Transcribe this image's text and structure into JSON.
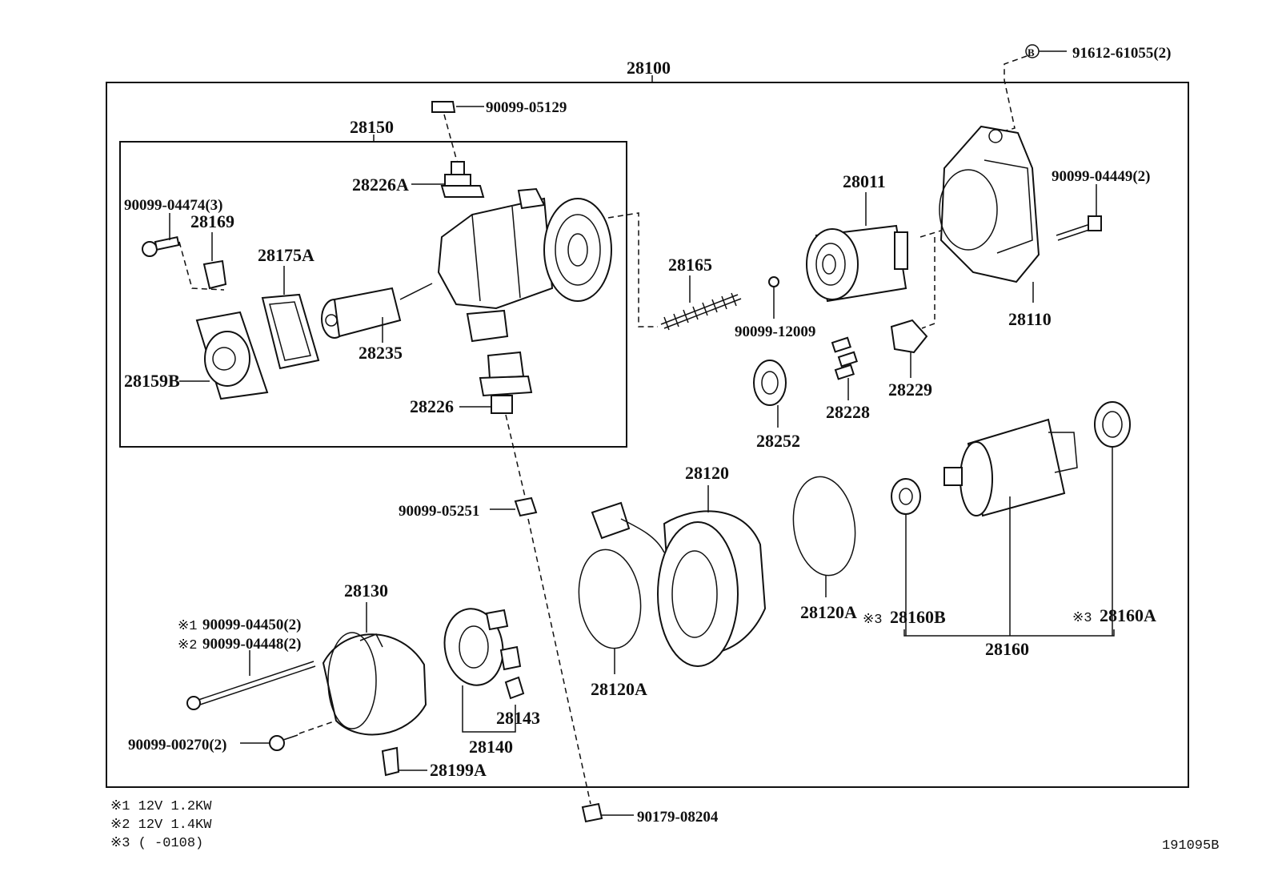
{
  "assembly": {
    "main": "28100",
    "sub": "28150"
  },
  "labels": {
    "p91612": "91612-61055(2)",
    "pB": "B",
    "p05129": "90099-05129",
    "p28226A": "28226A",
    "p04474": "90099-04474(3)",
    "p28169": "28169",
    "p28175A": "28175A",
    "p28235": "28235",
    "p28159B": "28159B",
    "p28226": "28226",
    "p28165": "28165",
    "p12009": "90099-12009",
    "p28011": "28011",
    "p04449": "90099-04449(2)",
    "p28110": "28110",
    "p28229": "28229",
    "p28228": "28228",
    "p28252": "28252",
    "p05251": "90099-05251",
    "p28120": "28120",
    "p28120A_r": "28120A",
    "p28120A_l": "28120A",
    "p28160B": "28160B",
    "p28160A": "28160A",
    "p28160": "28160",
    "p28130": "28130",
    "p04450": "90099-04450(2)",
    "p04448": "90099-04448(2)",
    "p00270": "90099-00270(2)",
    "p28143": "28143",
    "p28140": "28140",
    "p28199A": "28199A",
    "p08204": "90179-08204",
    "m1": "※1",
    "m2": "※2",
    "m3a": "※3",
    "m3b": "※3"
  },
  "notes": [
    "※1 12V 1.2KW",
    "※2 12V 1.4KW",
    "※3 (      -0108)"
  ],
  "code": "191095B"
}
